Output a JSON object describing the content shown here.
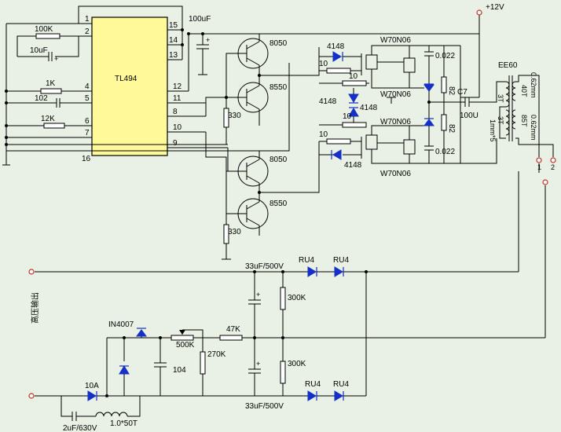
{
  "ic": {
    "name": "TL494",
    "pins_left": [
      "1",
      "2",
      "4",
      "5",
      "6",
      "7",
      "16"
    ],
    "pins_right": [
      "15",
      "14",
      "13",
      "12",
      "11",
      "8",
      "10",
      "9"
    ]
  },
  "left_components": {
    "r_100k": "100K",
    "c_10uf": "10uF",
    "r_1k": "1K",
    "c_102": "102",
    "r_12k": "12K"
  },
  "supply": {
    "cap": "100uF",
    "vcc": "+12V"
  },
  "drivers": {
    "npn1": "8050",
    "pnp1": "8550",
    "r1": "330",
    "npn2": "8050",
    "pnp2": "8550",
    "r2": "330"
  },
  "bridge": {
    "diodes": [
      "4148",
      "4148",
      "4148",
      "4148"
    ],
    "gate_res": [
      "10",
      "10",
      "10",
      "10"
    ],
    "mosfets": [
      "W70N06",
      "W70N06",
      "W70N06",
      "W70N06"
    ],
    "caps": [
      "0.022",
      "0.022"
    ],
    "res": [
      "82",
      "82"
    ],
    "c7": "C7",
    "c7_val": "100U"
  },
  "transformer": {
    "core": "EE60",
    "prim_turns": "3T",
    "prim_turns2": "3T",
    "prim_wire": "1mm*5",
    "sec_turns": "40T",
    "sec_wire": "0.62mm",
    "sec_turns2": "85T",
    "sec_wire2": "0.62mm",
    "term1": "1",
    "term2": "2"
  },
  "hv": {
    "cap_top": "33uF/500V",
    "cap_bot": "33uF/500V",
    "diodes_top": [
      "RU4",
      "RU4"
    ],
    "diodes_bot": [
      "RU4",
      "RU4"
    ],
    "r_top": "300K",
    "r_bot": "300K",
    "r_47k": "47K",
    "pot": "500K",
    "r_270k": "270K",
    "c_104": "104",
    "zener": "IN4007",
    "fuse": "10A",
    "cap_in": "2uF/630V",
    "inductor": "1.0*50T",
    "output_label": "高压输出"
  }
}
